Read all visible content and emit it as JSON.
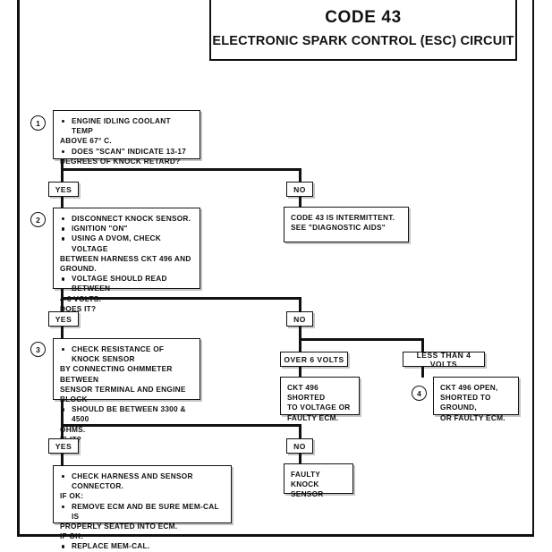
{
  "page": {
    "title_code": "CODE 43",
    "title_subtitle": "ELECTRONIC SPARK CONTROL (ESC) CIRCUIT"
  },
  "labels": {
    "yes": "YES",
    "no": "NO",
    "over_6_volts": "OVER 6 VOLTS",
    "less_than_4_volts": "LESS THAN 4 VOLTS"
  },
  "steps": {
    "step1": {
      "number": "1",
      "lines": [
        "ENGINE IDLING COOLANT TEMP",
        "ABOVE 67° C.",
        "DOES \"SCAN\" INDICATE 13-17",
        "DEGREES OF KNOCK RETARD?"
      ]
    },
    "step2": {
      "number": "2",
      "lines": [
        "DISCONNECT KNOCK SENSOR.",
        "IGNITION \"ON\"",
        "USING A DVOM, CHECK VOLTAGE",
        "BETWEEN HARNESS CKT 496 AND",
        "GROUND.",
        "VOLTAGE SHOULD READ BETWEEN",
        "4-6 VOLTS.",
        "DOES IT?"
      ]
    },
    "step3": {
      "number": "3",
      "lines": [
        "CHECK RESISTANCE OF KNOCK SENSOR",
        "BY CONNECTING OHMMETER BETWEEN",
        "SENSOR TERMINAL AND ENGINE BLOCK",
        "SHOULD BE BETWEEN 3300 & 4500",
        "OHMS.",
        "IS IT?"
      ]
    },
    "step4": {
      "number": "4"
    }
  },
  "outcomes": {
    "intermittent": {
      "line1": "CODE 43 IS INTERMITTENT.",
      "line2": "SEE \"DIAGNOSTIC AIDS\""
    },
    "shorted_to_voltage": {
      "line1": "CKT 496 SHORTED",
      "line2": "TO VOLTAGE OR",
      "line3": "FAULTY ECM."
    },
    "open_or_ground": {
      "line1": "CKT 496 OPEN,",
      "line2": "SHORTED TO GROUND,",
      "line3": "OR FAULTY ECM."
    },
    "faulty_knock_sensor": {
      "line1": "FAULTY KNOCK",
      "line2": "SENSOR"
    },
    "final_check": {
      "l1": "CHECK HARNESS AND SENSOR CONNECTOR.",
      "l2": "IF OK:",
      "l3": "REMOVE ECM AND BE SURE MEM-CAL IS",
      "l4": "PROPERLY SEATED INTO ECM.",
      "l5": "IF OK:",
      "l6": "REPLACE MEM-CAL."
    }
  }
}
